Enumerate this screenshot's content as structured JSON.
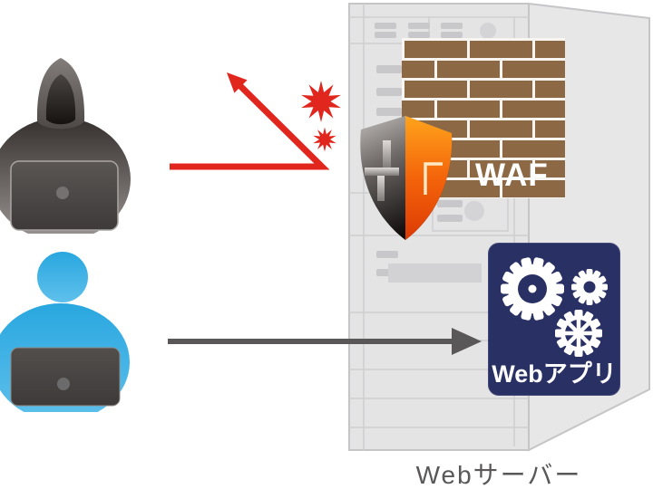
{
  "diagram": {
    "title_context": "WAF protecting a web server",
    "labels": {
      "waf": "WAF",
      "web_app": "Webアプリ",
      "web_server": "Webサーバー"
    },
    "nodes": [
      {
        "id": "attacker",
        "icon": "hacker-icon",
        "description": "hooded attacker with laptop"
      },
      {
        "id": "user",
        "icon": "user-icon",
        "description": "normal user with laptop"
      },
      {
        "id": "waf",
        "icon": "waf-shield-icon",
        "description": "shield in front of brick firewall wall labeled WAF"
      },
      {
        "id": "web_app",
        "icon": "gear-icon",
        "description": "navy box with white gears labeled Webアプリ"
      },
      {
        "id": "web_server",
        "icon": "server-tower-icon",
        "description": "gray tower server labeled Webサーバー"
      }
    ],
    "flows": [
      {
        "from": "attacker",
        "to": "waf",
        "result": "blocked",
        "style": "red arrow deflected with impact bursts"
      },
      {
        "from": "user",
        "to": "web_app",
        "result": "allowed",
        "style": "gray straight arrow through server"
      }
    ]
  },
  "icons": {
    "hacker": "hacker-icon",
    "user": "user-icon",
    "shield": "waf-shield-icon",
    "gears": "gear-icon",
    "bursts": "impact-burst-icon",
    "server": "server-tower-icon",
    "brick_wall": "firewall-brick-wall"
  },
  "colors": {
    "attack_red": "#E0261D",
    "user_blue": "#29ABE2",
    "app_navy": "#293063",
    "brick_brown": "#8C6844",
    "shield_orange": "#F4640A",
    "arrow_gray": "#595757",
    "server_gray": "#E4E4E5",
    "text_gray": "#595757"
  }
}
